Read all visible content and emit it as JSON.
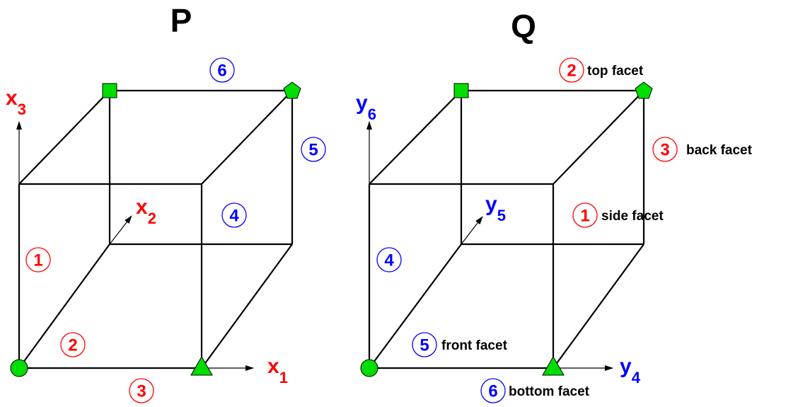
{
  "colors": {
    "red": "#ff0000",
    "blue": "#0000ff",
    "green": "#00dd00",
    "black": "#000000"
  },
  "diagrams": [
    {
      "title": "P",
      "axes": [
        {
          "letter": "x",
          "sub": "1",
          "color": "red"
        },
        {
          "letter": "x",
          "sub": "2",
          "color": "red"
        },
        {
          "letter": "x",
          "sub": "3",
          "color": "red"
        }
      ],
      "facet_markers": [
        {
          "number": "1",
          "color": "red",
          "label": ""
        },
        {
          "number": "2",
          "color": "red",
          "label": ""
        },
        {
          "number": "3",
          "color": "red",
          "label": ""
        },
        {
          "number": "4",
          "color": "blue",
          "label": ""
        },
        {
          "number": "5",
          "color": "blue",
          "label": ""
        },
        {
          "number": "6",
          "color": "blue",
          "label": ""
        }
      ],
      "vertex_markers": [
        "circle",
        "triangle",
        "square",
        "pentagon"
      ]
    },
    {
      "title": "Q",
      "axes": [
        {
          "letter": "y",
          "sub": "4",
          "color": "blue"
        },
        {
          "letter": "y",
          "sub": "5",
          "color": "blue"
        },
        {
          "letter": "y",
          "sub": "6",
          "color": "blue"
        }
      ],
      "facet_markers": [
        {
          "number": "2",
          "color": "red",
          "label": "top facet"
        },
        {
          "number": "3",
          "color": "red",
          "label": "back facet"
        },
        {
          "number": "1",
          "color": "red",
          "label": "side facet"
        },
        {
          "number": "4",
          "color": "blue",
          "label": ""
        },
        {
          "number": "5",
          "color": "blue",
          "label": "front facet"
        },
        {
          "number": "6",
          "color": "blue",
          "label": "bottom facet"
        }
      ],
      "vertex_markers": [
        "circle",
        "triangle",
        "square",
        "pentagon"
      ]
    }
  ]
}
